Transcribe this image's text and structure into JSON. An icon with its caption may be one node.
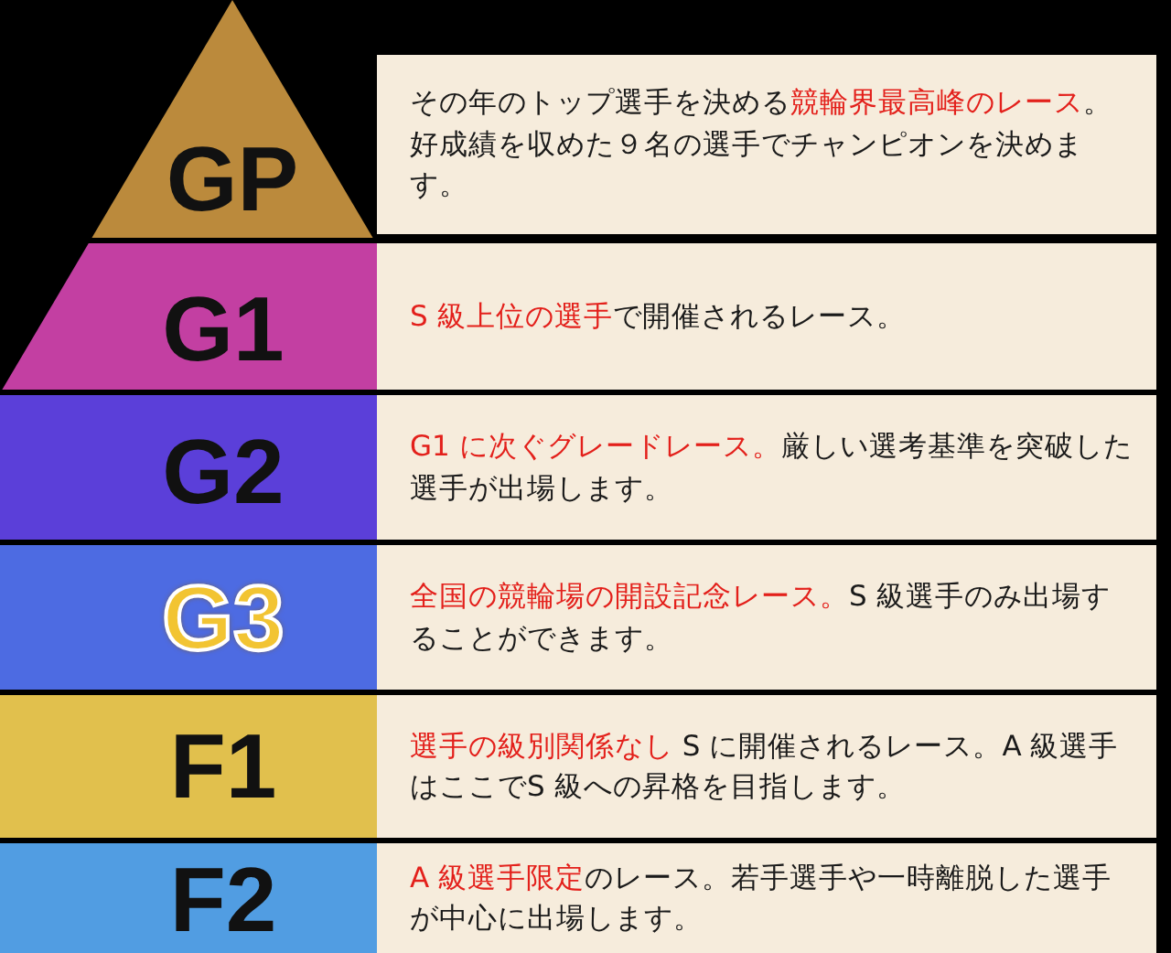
{
  "diagram": {
    "nodes": [
      {
        "text": [
          "GP"
        ]
      },
      {
        "text": [
          "その年のトップ選手を決める**競輪界最高峰のレース**。好成績を収めた９名の選手でチャンピオンを決めます。"
        ]
      },
      {
        "text": [
          "G1"
        ]
      },
      {
        "text": [
          "**S 級上位の選手**で開催されるレース。"
        ]
      },
      {
        "text": [
          "G2"
        ]
      },
      {
        "text": [
          "**G1 に次ぐグレードレース。**厳しい選考基準を突破した選手が出場します。"
        ]
      },
      {
        "text": [
          "G3"
        ]
      },
      {
        "text": [
          "**全国の競輪場の開設記念レース。**S 級選手のみ出場することができます。"
        ]
      },
      {
        "text": [
          "F1"
        ]
      },
      {
        "text": [
          "**選手の級別関係なし** S に開催されるレース。A 級選手はここでS 級への昇格を目指します。"
        ]
      },
      {
        "text": [
          "F2"
        ]
      },
      {
        "text": [
          "**A 級選手限定**のレース。若手選手や一時離脱した選手が中心に出場します。"
        ]
      }
    ]
  }
}
